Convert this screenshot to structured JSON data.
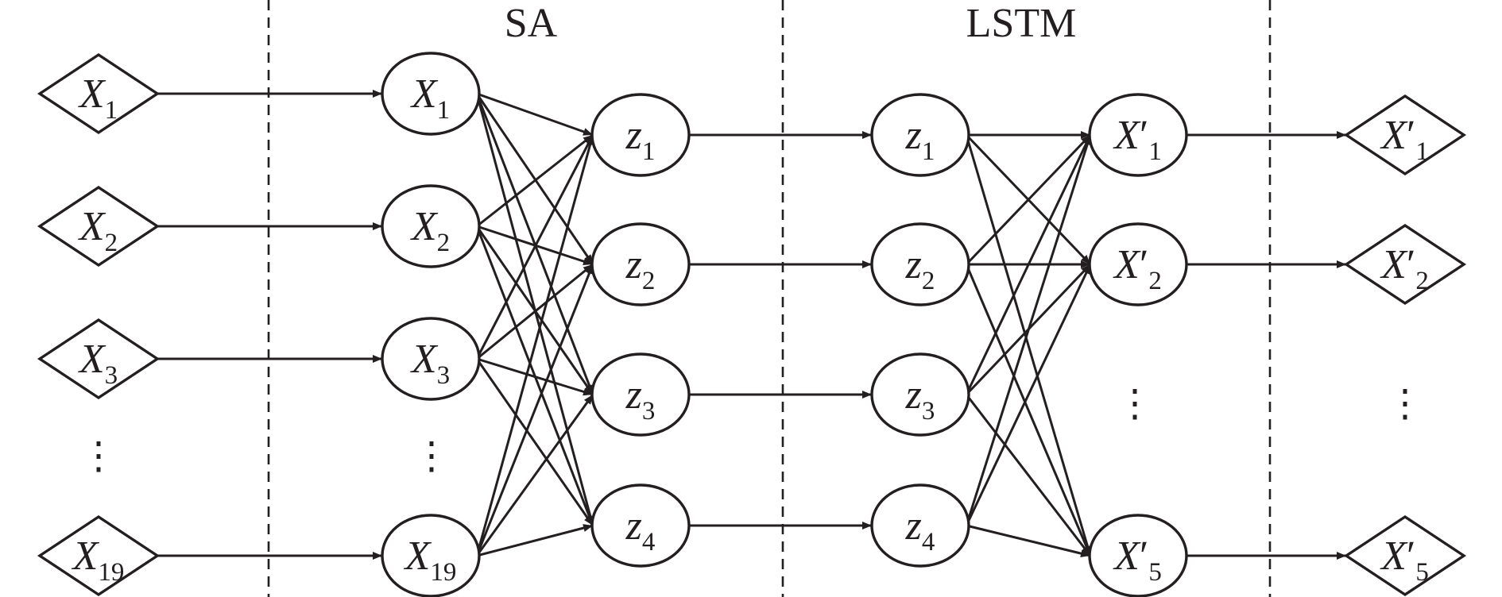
{
  "headers": {
    "sa": "SA",
    "lstm": "LSTM"
  },
  "inputs": [
    {
      "base": "X",
      "sub": "1",
      "prime": false
    },
    {
      "base": "X",
      "sub": "2",
      "prime": false
    },
    {
      "base": "X",
      "sub": "3",
      "prime": false
    },
    {
      "base": "X",
      "sub": "19",
      "prime": false
    }
  ],
  "sa_nodes": [
    {
      "base": "X",
      "sub": "1",
      "prime": false
    },
    {
      "base": "X",
      "sub": "2",
      "prime": false
    },
    {
      "base": "X",
      "sub": "3",
      "prime": false
    },
    {
      "base": "X",
      "sub": "19",
      "prime": false
    }
  ],
  "sa_outputs": [
    {
      "base": "z",
      "sub": "1",
      "prime": false
    },
    {
      "base": "z",
      "sub": "2",
      "prime": false
    },
    {
      "base": "z",
      "sub": "3",
      "prime": false
    },
    {
      "base": "z",
      "sub": "4",
      "prime": false
    }
  ],
  "lstm_inputs": [
    {
      "base": "z",
      "sub": "1",
      "prime": false
    },
    {
      "base": "z",
      "sub": "2",
      "prime": false
    },
    {
      "base": "z",
      "sub": "3",
      "prime": false
    },
    {
      "base": "z",
      "sub": "4",
      "prime": false
    }
  ],
  "lstm_outputs": [
    {
      "base": "X",
      "sub": "1",
      "prime": true
    },
    {
      "base": "X",
      "sub": "2",
      "prime": true
    },
    {
      "base": "X",
      "sub": "5",
      "prime": true
    }
  ],
  "outputs": [
    {
      "base": "X",
      "sub": "1",
      "prime": true
    },
    {
      "base": "X",
      "sub": "2",
      "prime": true
    },
    {
      "base": "X",
      "sub": "5",
      "prime": true
    }
  ],
  "ellipsis": "⋮"
}
